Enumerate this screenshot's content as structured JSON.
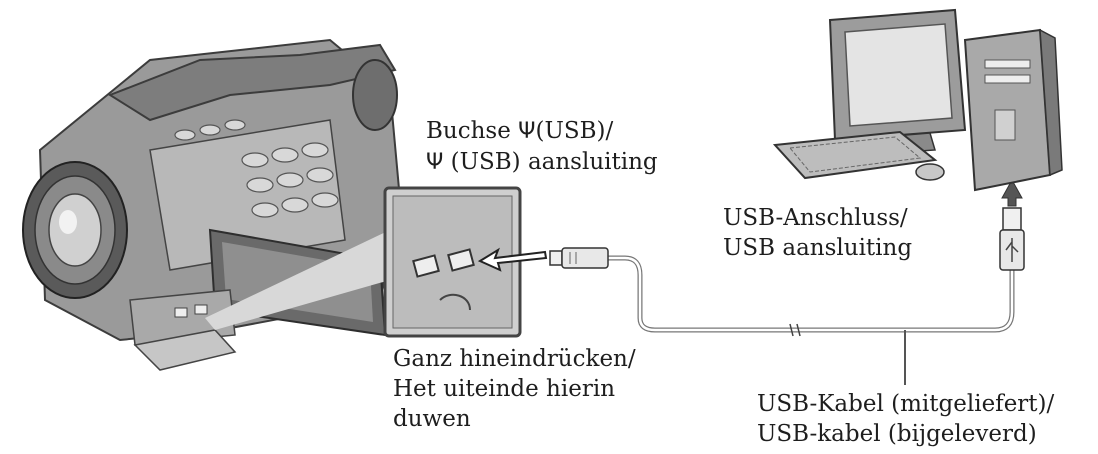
{
  "labels": {
    "socket_de_prefix": "Buchse ",
    "socket_de_suffix": "(USB)/",
    "socket_nl_suffix": " (USB) aansluiting",
    "usb_glyph": "Ψ",
    "port_line1": "USB-Anschluss/",
    "port_line2": "USB aansluiting",
    "push_line1": "Ganz hineindrücken/",
    "push_line2": "Het uiteinde hierin",
    "push_line3": "duwen",
    "cable_line1": "USB-Kabel (mitgeliefert)/",
    "cable_line2": "USB-kabel (bijgeleverd)"
  },
  "colors": {
    "ink": "#1e1e1e",
    "device_gray": "#8c8c8c",
    "device_dark": "#4a4a4a",
    "callout_fill": "#cfcfcf",
    "cable": "#9a9a9a"
  },
  "icons": [
    "camcorder-icon",
    "computer-icon",
    "usb-plug-icon",
    "usb-symbol-icon",
    "push-arrow-icon"
  ]
}
